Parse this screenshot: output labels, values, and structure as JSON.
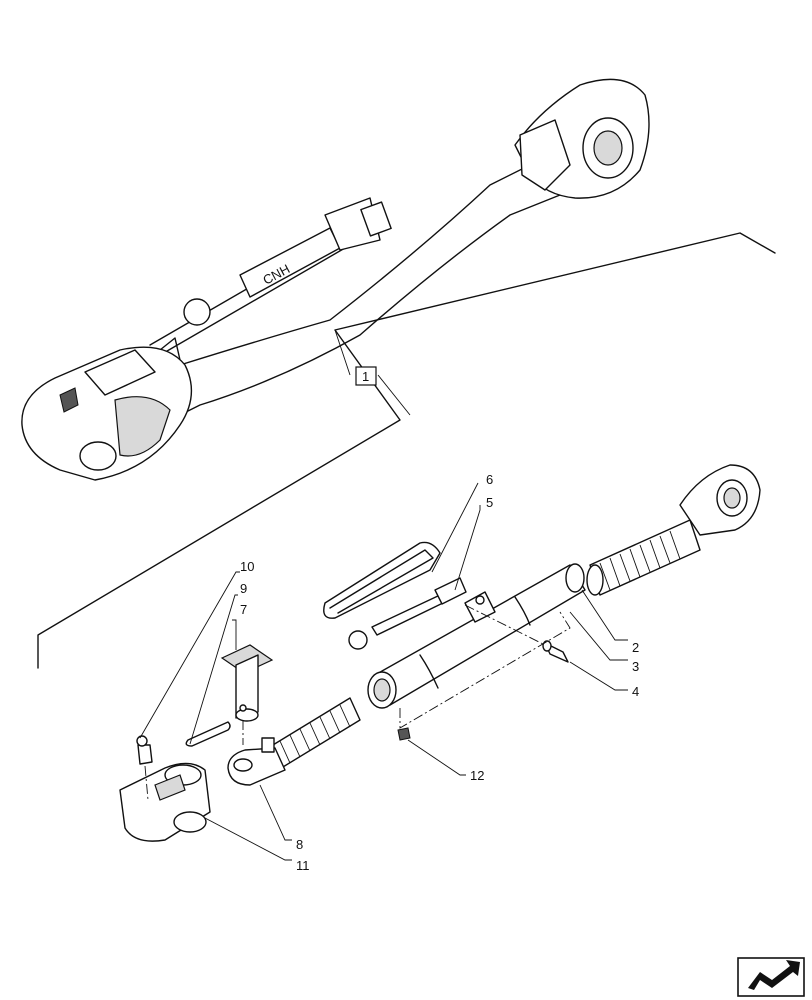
{
  "diagram": {
    "assembly_label": "1",
    "callouts": [
      "2",
      "3",
      "4",
      "5",
      "6",
      "7",
      "8",
      "9",
      "10",
      "11",
      "12"
    ],
    "brand_marking": "CNH",
    "colors": {
      "line": "#111111",
      "shade": "#d9d9d9",
      "background": "#ffffff"
    },
    "nav_icon": "next-page-arrow-icon"
  }
}
